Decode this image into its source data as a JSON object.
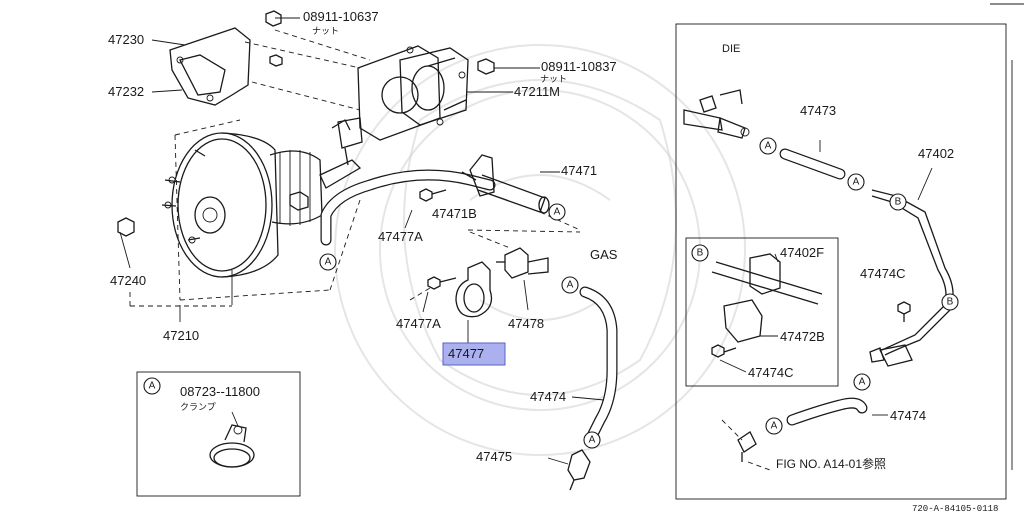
{
  "labels": {
    "p08911_10637": "08911-10637",
    "nut_a": "ナット",
    "p47230": "47230",
    "p47232": "47232",
    "p08911_10837": "08911-10837",
    "nut_b": "ナット",
    "p47211M": "47211M",
    "p47471": "47471",
    "p47471B": "47471B",
    "p47477A_1": "47477A",
    "p47477A_2": "47477A",
    "p47240": "47240",
    "p47210": "47210",
    "p47478": "47478",
    "p47477": "47477",
    "gas": "GAS",
    "p47474_left": "47474",
    "p47475": "47475",
    "p08723": "08723--11800",
    "clamp": "クランプ",
    "die": "DIE",
    "p47473": "47473",
    "p47402": "47402",
    "p47402F": "47402F",
    "p47474C_1": "47474C",
    "p47472B": "47472B",
    "p47474C_2": "47474C",
    "p47474_right": "47474",
    "fig_ref": "FIG NO. A14-01参照",
    "doc_code": "720-A-84105-0118"
  },
  "callouts": {
    "a": "A",
    "b": "B"
  },
  "highlight_part": "47477",
  "colors": {
    "line": "#1a1a1a",
    "highlight": "#8f95e8",
    "watermark": "#cfcfcf"
  }
}
